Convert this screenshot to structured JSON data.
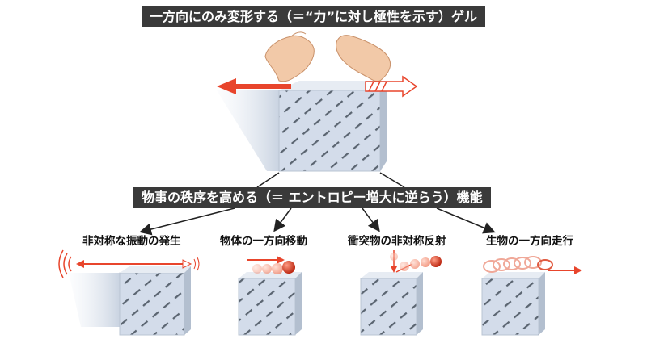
{
  "header": {
    "title": "一方向にのみ変形する（＝“力”に対し極性を示す）ゲル"
  },
  "middle": {
    "title": "物事の秩序を高める（＝ エントロピー増大に逆らう）機能"
  },
  "functions": [
    {
      "label": "非対称な振動の発生"
    },
    {
      "label": "物体の一方向移動"
    },
    {
      "label": "衝突物の非対称反射"
    },
    {
      "label": "生物の一方向走行"
    }
  ],
  "colors": {
    "arrow": "#e8452c",
    "banner": "#3a3a3a",
    "cube_face": "#cdd8e6",
    "ball": "#d83a1e"
  },
  "icons": [
    "left-hand-icon",
    "right-hand-icon",
    "force-arrow-icon",
    "hatched-arrow-icon",
    "gel-cube-icon",
    "ball-icon",
    "swirl-icon"
  ]
}
